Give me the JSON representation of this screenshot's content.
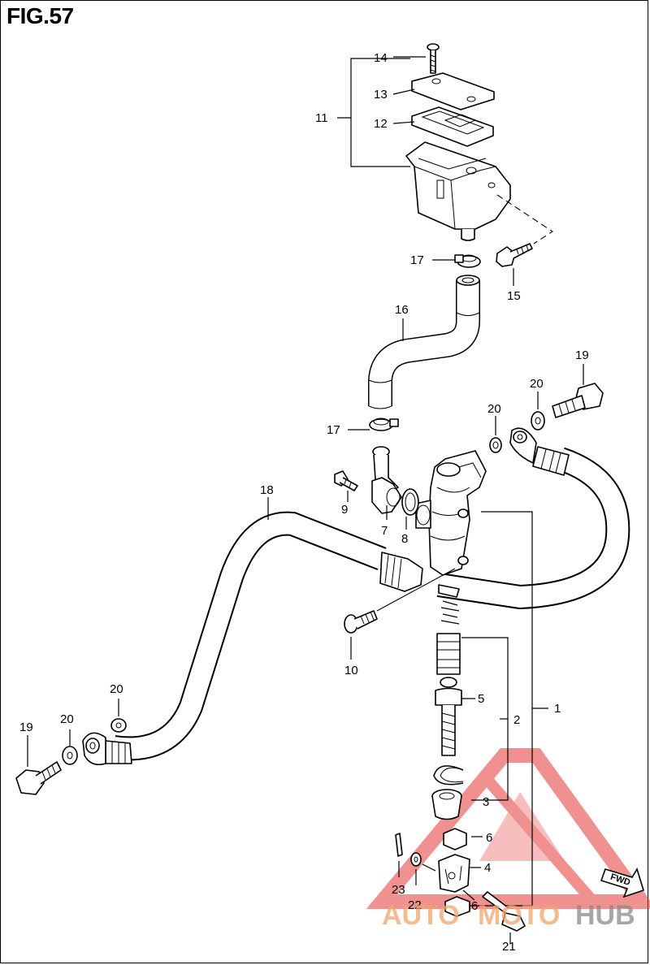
{
  "title": "FIG.57",
  "callouts": {
    "p1": "1",
    "p2": "2",
    "p3": "3",
    "p4": "4",
    "p5": "5",
    "p6a": "6",
    "p6b": "6",
    "p7": "7",
    "p8": "8",
    "p9": "9",
    "p10": "10",
    "p11": "11",
    "p12": "12",
    "p13": "13",
    "p14": "14",
    "p15": "15",
    "p16": "16",
    "p17a": "17",
    "p17b": "17",
    "p18": "18",
    "p19a": "19",
    "p19b": "19",
    "p20a": "20",
    "p20b": "20",
    "p20c": "20",
    "p20d": "20",
    "p21": "21",
    "p22": "22",
    "p23": "23"
  },
  "direction_badge": "FWD",
  "watermark": {
    "auto": "AUTO",
    "moto": "MOTO",
    "hub": "HUB"
  },
  "colors": {
    "watermark_red": "#e53935",
    "watermark_orange": "#f3a46a",
    "watermark_gray": "#8a8a8a"
  }
}
